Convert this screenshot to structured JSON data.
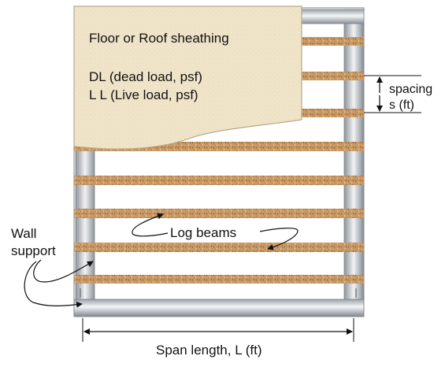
{
  "diagram": {
    "sheathing": {
      "title": "Floor or Roof sheathing",
      "dead_load": "DL (dead load, psf)",
      "live_load": "L L (Live load, psf)"
    },
    "spacing": {
      "line1": "spacing",
      "line2": "s (ft)"
    },
    "beams_label": "Log beams",
    "wall_support": {
      "line1": "Wall",
      "line2": "support"
    },
    "span_label": "Span length, L (ft)",
    "colors": {
      "sheathing": "#efe4c8",
      "sheathing_edge": "#b8a98a",
      "beam": "#c99a66",
      "beam_speck": "#8d5f30",
      "rail_dark": "#8d9399",
      "rail_light": "#f3f5f7",
      "ink": "#111111"
    }
  }
}
